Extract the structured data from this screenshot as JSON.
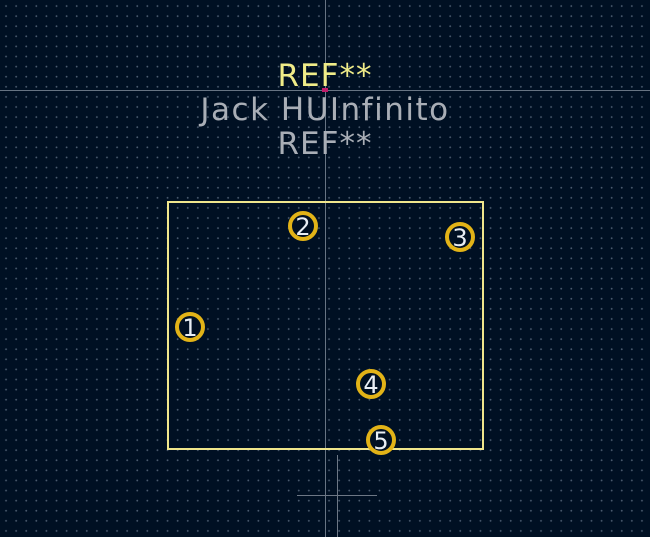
{
  "footprint": {
    "reference_silk": "REF**",
    "value": "Jack HUInfinito",
    "reference_fab": "REF**"
  },
  "pads": [
    {
      "number": "1"
    },
    {
      "number": "2"
    },
    {
      "number": "3"
    },
    {
      "number": "4"
    },
    {
      "number": "5"
    }
  ],
  "colors": {
    "background": "#001023",
    "grid_dots": "#4a5a6e",
    "silkscreen_text": "#f0ec88",
    "fab_text": "#a9aeb6",
    "courtyard_outline": "#f0e68c",
    "pad_ring": "#e2b317",
    "pad_label": "#e8eef4",
    "crosshair": "#8a96a4"
  }
}
